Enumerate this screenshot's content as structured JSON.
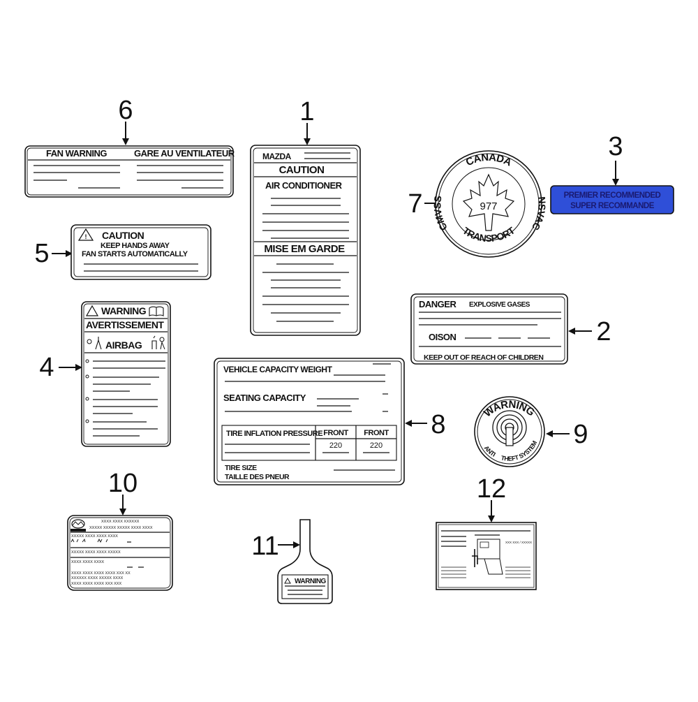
{
  "callouts": [
    "1",
    "2",
    "3",
    "4",
    "5",
    "6",
    "7",
    "8",
    "9",
    "10",
    "11",
    "12"
  ],
  "label1": {
    "brand": "MAZDA",
    "caution": "CAUTION",
    "subject": "AIR CONDITIONER",
    "french": "MISE EM GARDE"
  },
  "label2": {
    "danger": "DANGER",
    "gases": "EXPLOSIVE GASES",
    "poison": "OISON",
    "keep": "KEEP OUT OF REACH OF CHILDREN"
  },
  "label3": {
    "line1": "PREMIER RECOMMENDED",
    "line2": "SUPER RECOMMANDE",
    "fill_color": "#2f4fd8",
    "text_color": "#1a1a70"
  },
  "label4": {
    "warning": "WARNING",
    "french": "AVERTISSEMENT",
    "airbag": "AIRBAG"
  },
  "label5": {
    "caution": "CAUTION",
    "line1": "KEEP HANDS AWAY",
    "line2": "FAN STARTS AUTOMATICALLY"
  },
  "label6": {
    "english": "FAN WARNING",
    "french": "GARE AU VENTILATEUR"
  },
  "label7": {
    "top": "CANADA",
    "left": "CMVSS",
    "right": "NSVAC",
    "bottom": "TRANSPORT",
    "number": "977"
  },
  "label8": {
    "weight": "VEHICLE CAPACITY WEIGHT",
    "seating": "SEATING CAPACITY",
    "tire_pressure": "TIRE INFLATION PRESSURE",
    "front1": "FRONT",
    "front2": "FRONT",
    "value1": "220",
    "value2": "220",
    "tire_size": "TIRE SIZE",
    "tire_size_fr": "TAILLE DES PNEUR"
  },
  "label9": {
    "top": "WARNING",
    "bottom_left": "ANTI",
    "bottom_mid": "THEFT",
    "bottom_right": "SYSTEM"
  },
  "label10": {
    "row1": "XXXX  XXXX   XXXXXX",
    "row2": "XXXXX  XXXXX  XXXXX    XXXX  XXXX",
    "row3": "XXXXX   XXXX   XXXX    XXXX",
    "row4": "XXXXX   XXXX        XXXX  XXXXX",
    "row5": "XXXX  XXXX  XXXX",
    "row6": "XXXX  XXXX  XXXX    XXXX  XXX  XX",
    "row7": "XXXXXX  XXXX          XXXXX  XXXX",
    "row8": "XXXX   XXXX          XXXX  XXX  XXX"
  },
  "label11": {
    "warning": "WARNING"
  },
  "label12": {
    "small": "XXX XXX / XXXXX"
  }
}
